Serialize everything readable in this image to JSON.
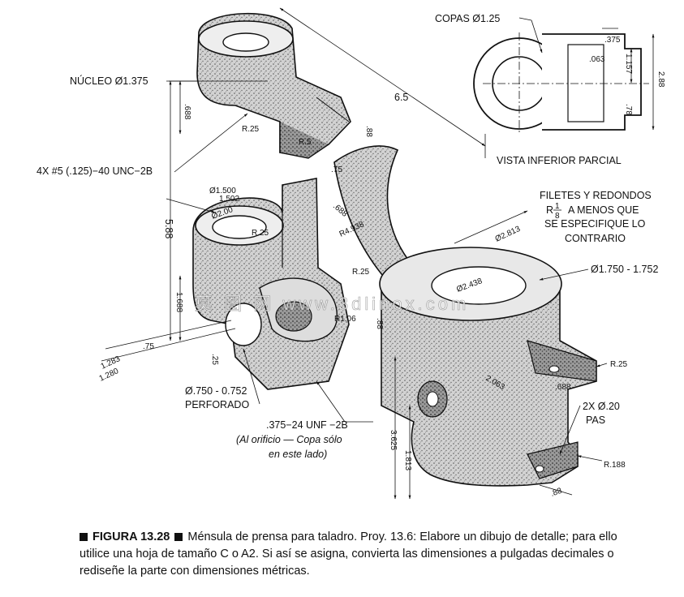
{
  "labels": {
    "nucleo": "NÚCLEO Ø1.375",
    "tapped_holes": "4X #5 (.125)−40 UNC−2B",
    "copas": "COPAS Ø1.25",
    "vista": "VISTA INFERIOR PARCIAL",
    "filetes_1": "FILETES Y REDONDOS",
    "filetes_2a": "R",
    "filetes_2b": "A MENOS QUE",
    "filetes_frac_num": "1",
    "filetes_frac_den": "8",
    "filetes_3": "SE ESPECIFIQUE LO",
    "filetes_4": "CONTRARIO",
    "bore_right": "Ø1.750 - 1.752",
    "perforado_1": "Ø.750 - 0.752",
    "perforado_2": "PERFORADO",
    "unf_1": ".375−24 UNF −2B",
    "unf_2": "(Al orificio — Copa sólo",
    "unf_3": "en este lado)",
    "pas_1": "2X Ø.20",
    "pas_2": "PAS"
  },
  "dimensions": {
    "d_65": "6.5",
    "d_588": "5.88",
    "d_1500": "Ø1.500",
    "d_1502": "1.502",
    "d_200": "Ø2.00",
    "d_1688": "1.688",
    "d_75a": ".75",
    "d_1283": "1.283",
    "d_1280": "1.280",
    "d_688a": ".688",
    "d_r25a": "R.25",
    "d_r5": "R.5",
    "d_75b": ".75",
    "d_88a": ".88",
    "d_r25b": "R.25",
    "d_r4938": "R4.938",
    "d_688b": ".688",
    "d_2813": "Ø2.813",
    "d_2438": "Ø2.438",
    "d_r25c": "R.25",
    "d_r25d": "R.25",
    "d_r106": "R1.06",
    "d_88b": ".88",
    "d_25": ".25",
    "d_3625": "3.625",
    "d_1813": "1.813",
    "d_2063": "2.063",
    "d_688c": ".688",
    "d_r188": "R.188",
    "d_88c": ".88",
    "d_375": ".375",
    "d_063": ".063",
    "d_1157": "1.157",
    "d_288": "2.88",
    "d_78": ".78"
  },
  "watermark": "莫 图 网 www.3dlinox.com",
  "caption": {
    "figure": "FIGURA 13.28",
    "text": "Ménsula de prensa para taladro. Proy. 13.6: Elabore un dibujo de detalle; para ello utilice una hoja de tamaño C o A2. Si así se asigna, convierta las dimensiones a pulgadas decimales o rediseñe la parte con dimensiones métricas."
  }
}
